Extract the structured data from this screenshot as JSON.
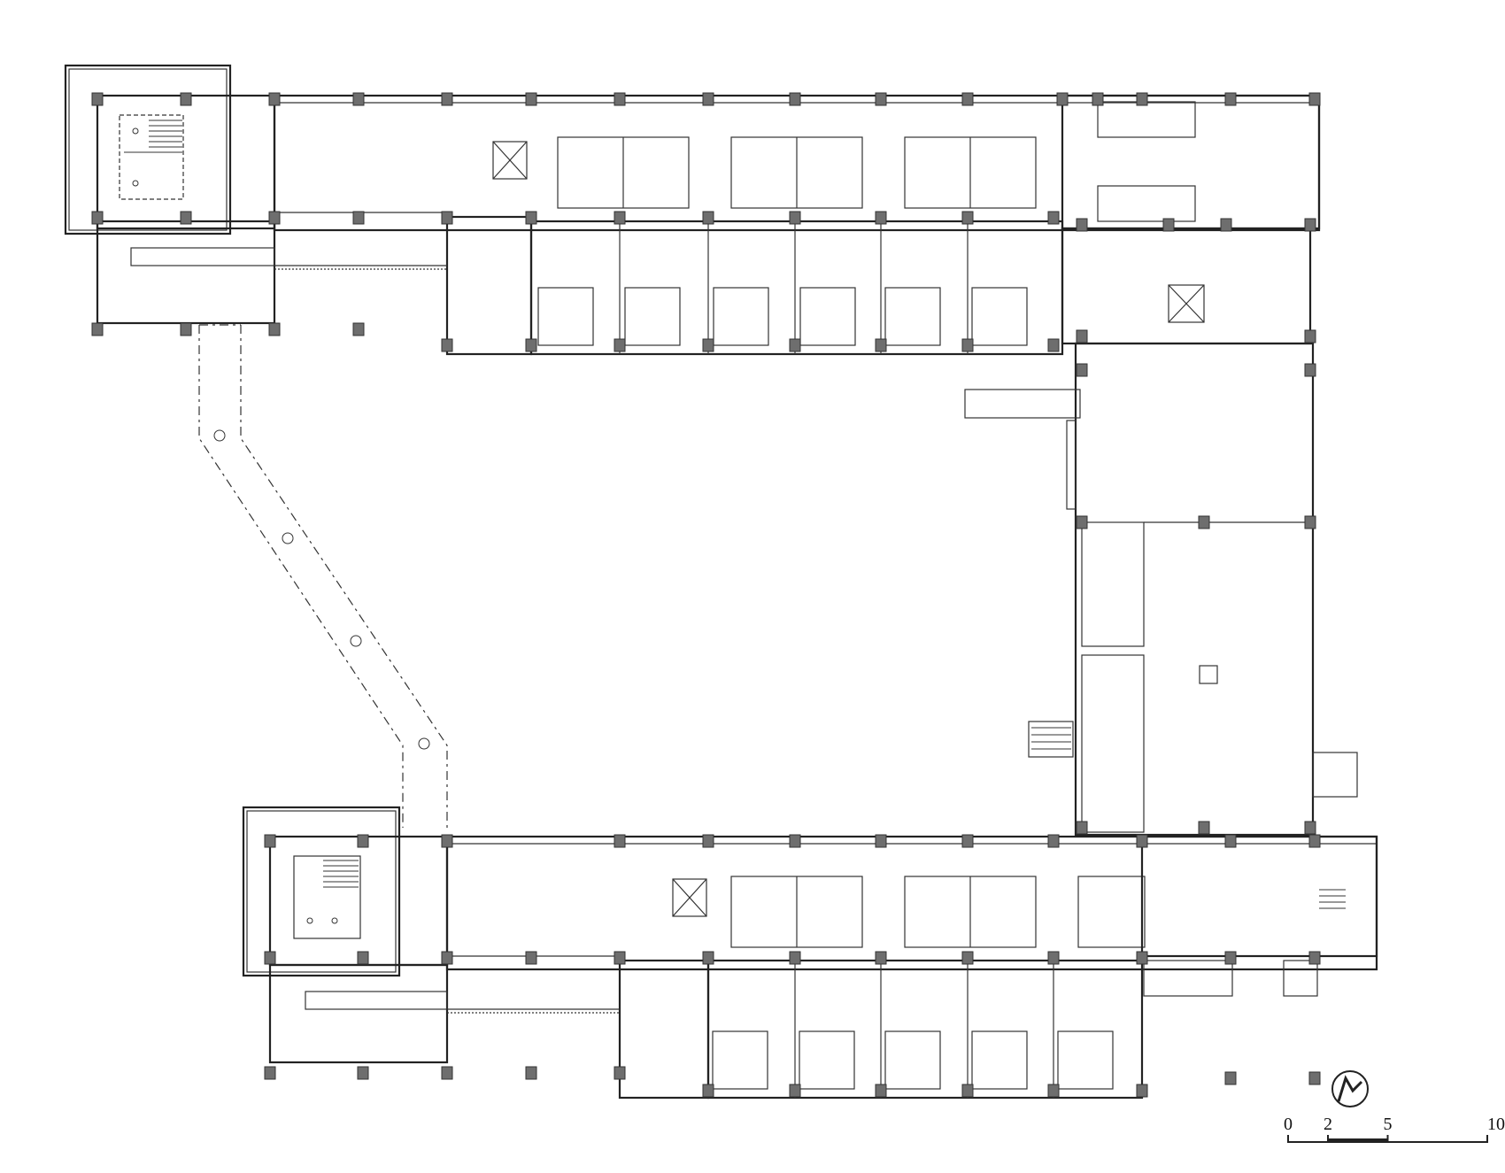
{
  "scale_bar": {
    "ticks": [
      {
        "label": "0",
        "value": 0
      },
      {
        "label": "2",
        "value": 2
      },
      {
        "label": "5",
        "value": 5
      },
      {
        "label": "10m",
        "value": 10
      }
    ]
  },
  "north_arrow": {
    "icon": "north-arrow-icon"
  },
  "colors": {
    "line": "#222222",
    "column": "#6e6e6e",
    "background": "#ffffff"
  }
}
